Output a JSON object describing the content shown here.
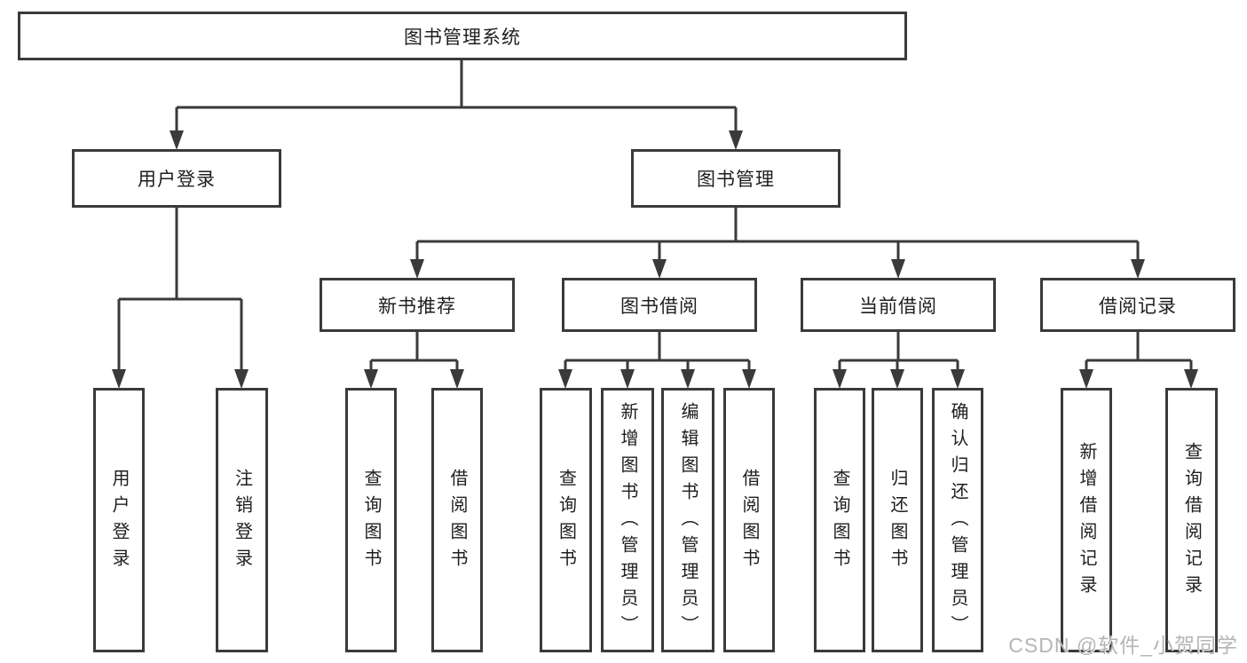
{
  "colors": {
    "line": "#3a3a3a",
    "text": "#1e1e1e",
    "bg": "#ffffff",
    "watermark": "#b5b5b5"
  },
  "tree": {
    "label": "图书管理系统",
    "children": [
      {
        "label": "用户登录",
        "children": [
          {
            "label": "用户登录"
          },
          {
            "label": "注销登录"
          }
        ]
      },
      {
        "label": "图书管理",
        "children": [
          {
            "label": "新书推荐",
            "children": [
              {
                "label": "查询图书"
              },
              {
                "label": "借阅图书"
              }
            ]
          },
          {
            "label": "图书借阅",
            "children": [
              {
                "label": "查询图书"
              },
              {
                "label": "新增图书（管理员）"
              },
              {
                "label": "编辑图书（管理员）"
              },
              {
                "label": "借阅图书"
              }
            ]
          },
          {
            "label": "当前借阅",
            "children": [
              {
                "label": "查询图书"
              },
              {
                "label": "归还图书"
              },
              {
                "label": "确认归还（管理员）"
              }
            ]
          },
          {
            "label": "借阅记录",
            "children": [
              {
                "label": "新增借阅记录"
              },
              {
                "label": "查询借阅记录"
              }
            ]
          }
        ]
      }
    ]
  },
  "watermark": {
    "text": "CSDN @软件_小贺同学"
  }
}
